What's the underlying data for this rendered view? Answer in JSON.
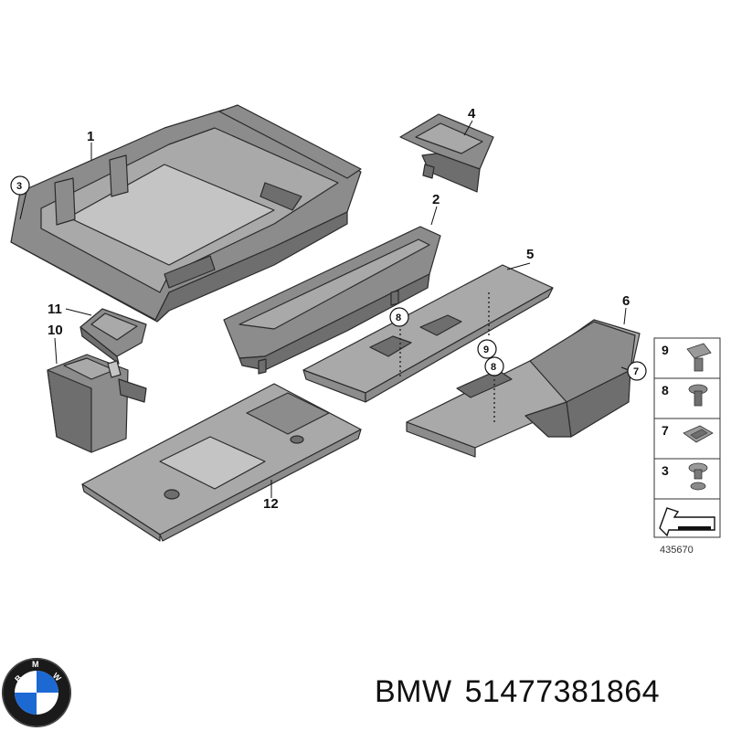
{
  "diagram": {
    "callouts": {
      "c1": "1",
      "c2": "2",
      "c3": "3",
      "c4": "4",
      "c5": "5",
      "c6": "6",
      "c7": "7",
      "c8a": "8",
      "c8b": "8",
      "c9": "9",
      "c10": "10",
      "c11": "11",
      "c12": "12"
    },
    "sidebar": [
      "9",
      "8",
      "7",
      "3"
    ],
    "diagram_number": "435670"
  },
  "caption": {
    "brand": "BMW",
    "part_number": "51477381864"
  },
  "logo": {
    "letters": "BMW",
    "colors": {
      "blue": "#1c69d4",
      "white": "#ffffff",
      "ring": "#1a1a1a"
    }
  }
}
